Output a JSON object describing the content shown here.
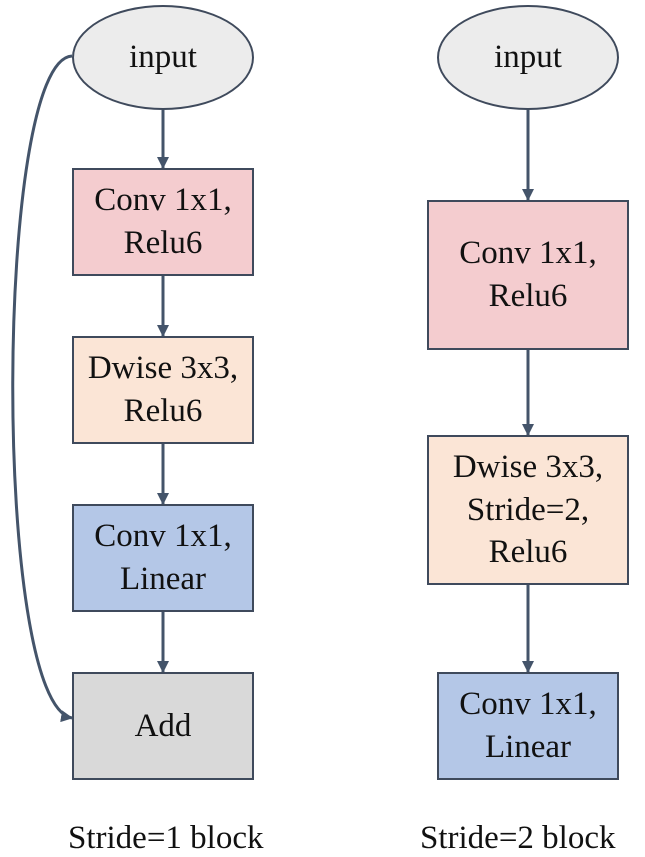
{
  "left_block": {
    "caption": "Stride=1 block",
    "nodes": {
      "input": {
        "lines": [
          "input"
        ],
        "fill": "#ececec"
      },
      "conv1": {
        "lines": [
          "Conv 1x1,",
          "Relu6"
        ],
        "fill": "#f4cccf"
      },
      "dwise": {
        "lines": [
          "Dwise 3x3,",
          "Relu6"
        ],
        "fill": "#fbe5d6"
      },
      "conv2": {
        "lines": [
          "Conv 1x1,",
          "Linear"
        ],
        "fill": "#b4c7e7"
      },
      "add": {
        "lines": [
          "Add"
        ],
        "fill": "#d9d9d9"
      }
    }
  },
  "right_block": {
    "caption": "Stride=2 block",
    "nodes": {
      "input": {
        "lines": [
          "input"
        ],
        "fill": "#ececec"
      },
      "conv1": {
        "lines": [
          "Conv 1x1,",
          "Relu6"
        ],
        "fill": "#f4cccf"
      },
      "dwise": {
        "lines": [
          "Dwise 3x3,",
          "Stride=2,",
          "Relu6"
        ],
        "fill": "#fbe5d6"
      },
      "conv2": {
        "lines": [
          "Conv 1x1,",
          "Linear"
        ],
        "fill": "#b4c7e7"
      }
    }
  },
  "colors": {
    "stroke": "#3f4a5c",
    "arrow": "#44546a"
  }
}
